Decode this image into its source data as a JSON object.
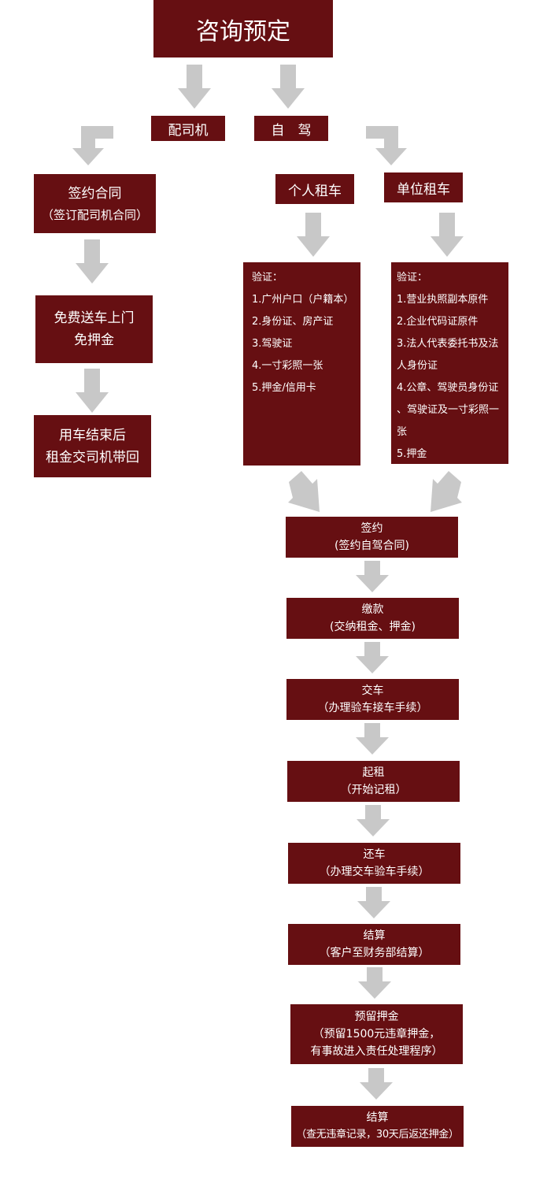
{
  "title": "咨询预定",
  "branches": {
    "driver": "配司机",
    "self": "自　驾"
  },
  "driver_flow": {
    "sign": {
      "line1": "签约合同",
      "line2": "（签订配司机合同）"
    },
    "deliver": {
      "line1": "免费送车上门",
      "line2": "免押金"
    },
    "end": {
      "line1": "用车结束后",
      "line2": "租金交司机带回"
    }
  },
  "personal": {
    "label": "个人租车",
    "verify": [
      "验证：",
      "1.广州户口（户籍本）",
      "2.身份证、房产证",
      "3.驾驶证",
      "4.一寸彩照一张",
      "5.押金/信用卡"
    ]
  },
  "company": {
    "label": "单位租车",
    "verify": [
      "验证：",
      "1.营业执照副本原件",
      "2.企业代码证原件",
      "3.法人代表委托书及法",
      "人身份证",
      "4.公章、驾驶员身份证",
      "、驾驶证及一寸彩照一",
      "张",
      "5.押金"
    ]
  },
  "steps": [
    {
      "title": "签约",
      "lines": [
        "(签约自驾合同)"
      ]
    },
    {
      "title": "缴款",
      "lines": [
        "(交纳租金、押金)"
      ]
    },
    {
      "title": "交车",
      "lines": [
        "（办理验车接车手续）"
      ]
    },
    {
      "title": "起租",
      "lines": [
        "（开始记租）"
      ]
    },
    {
      "title": "还车",
      "lines": [
        "（办理交车验车手续）"
      ]
    },
    {
      "title": "结算",
      "lines": [
        "（客户至财务部结算）"
      ]
    },
    {
      "title": "预留押金",
      "lines": [
        "（预留1500元违章押金，",
        "有事故进入责任处理程序）"
      ]
    },
    {
      "title": "结算",
      "lines": [
        "（查无违章记录，30天后返还押金）"
      ]
    }
  ],
  "colors": {
    "box": "#660f12",
    "text": "#ffffff",
    "arrow": "#c8c8c8"
  }
}
